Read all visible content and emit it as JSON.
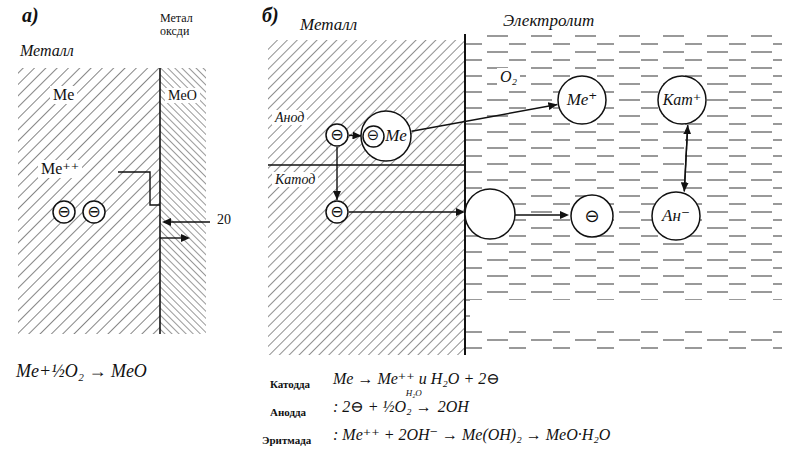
{
  "diagram": {
    "nodes": [
      {
        "text": [
          "⊖"
        ]
      },
      {
        "text": [
          "⊖"
        ]
      },
      {
        "text": [
          "⊖"
        ]
      },
      {
        "text": [
          "Me"
        ]
      },
      {
        "text": [
          "⊖"
        ],
        "in": 3
      },
      {
        "text": [
          "Me⁺"
        ]
      },
      {
        "text": [
          "Кат⁺"
        ]
      },
      {
        "text": [
          "⊖"
        ]
      },
      {
        "text": [
          "⊖"
        ]
      },
      {
        "text": [
          "Ан⁻"
        ]
      }
    ],
    "edges": [
      {
        "from": 2,
        "to": 4,
        "arrow": "to"
      },
      {
        "from": 3,
        "to": 5,
        "arrow": "to"
      },
      {
        "from": 2,
        "to": 7,
        "arrow": "to"
      },
      {
        "from": 6,
        "to": 9,
        "arrow": "to"
      },
      {
        "from": 9,
        "to": 6,
        "arrow": "to"
      }
    ],
    "labels": [
      "а)",
      "Металл",
      "Метал оксди",
      "Me",
      "MeO",
      "Me⁺⁺",
      "20",
      "Me+½O₂ → MeO",
      "б)",
      "Металл",
      "Электролит",
      "O₂",
      "Анод",
      "Катод",
      "Катодда",
      "Me → Me⁺⁺ и H₂O + 2⊖",
      "Анодда",
      ": 2⊖ + ½O₂ →",
      "H₂O",
      "2OH",
      "Эритмада",
      ": Me⁺⁺ + 2OH⁻ → Me(OH)₂ → MeO·H₂O"
    ]
  }
}
